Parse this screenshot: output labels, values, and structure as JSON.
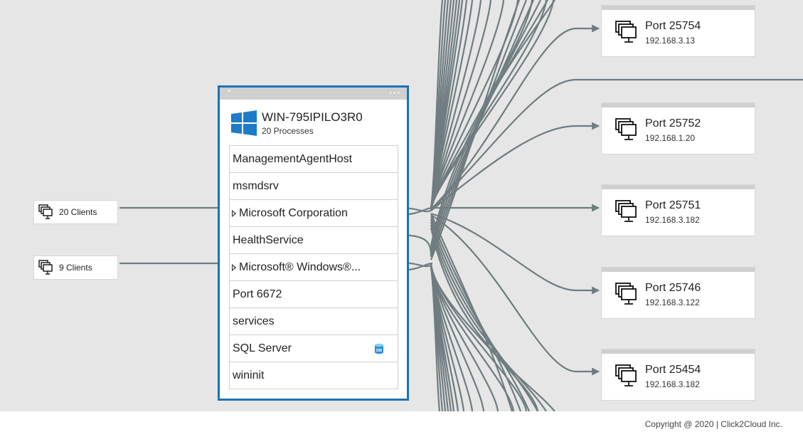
{
  "colors": {
    "canvas": "#e6e6e6",
    "edge": "#6f7c80",
    "server_border": "#1a73b6",
    "windows_blue": "#1e7bc8"
  },
  "clients": [
    {
      "label": "20 Clients",
      "icon": "client-group-icon"
    },
    {
      "label": "9 Clients",
      "icon": "client-group-icon"
    }
  ],
  "server": {
    "name": "WIN-795IPILO3R0",
    "subtitle": "20 Processes",
    "icon": "windows-logo-icon",
    "processes": [
      {
        "name": "ManagementAgentHost",
        "expandable": false
      },
      {
        "name": "msmdsrv",
        "expandable": false
      },
      {
        "name": "Microsoft Corporation",
        "expandable": true
      },
      {
        "name": "HealthService",
        "expandable": false
      },
      {
        "name": "Microsoft® Windows®...",
        "expandable": true
      },
      {
        "name": "Port 6672",
        "expandable": false
      },
      {
        "name": "services",
        "expandable": false
      },
      {
        "name": "SQL Server",
        "expandable": false,
        "badge": "DB"
      },
      {
        "name": "wininit",
        "expandable": false
      }
    ]
  },
  "ports": [
    {
      "title": "Port 25754",
      "ip": "192.168.3.13"
    },
    {
      "title": "Port 25752",
      "ip": "192.168.1.20"
    },
    {
      "title": "Port 25751",
      "ip": "192.168.3.182"
    },
    {
      "title": "Port 25746",
      "ip": "192.168.3.122"
    },
    {
      "title": "Port 25454",
      "ip": "192.168.3.182"
    }
  ],
  "footer": {
    "copyright": "Copyright @ 2020 |  Click2Cloud Inc."
  }
}
